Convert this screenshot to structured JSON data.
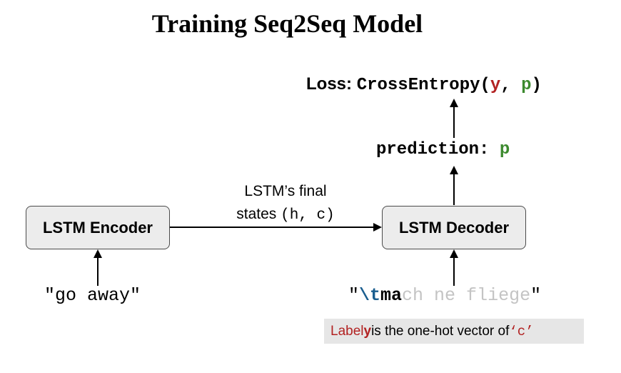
{
  "title": "Training Seq2Seq Model",
  "encoder": {
    "label": "LSTM Encoder"
  },
  "decoder": {
    "label": "LSTM Decoder"
  },
  "states_edge": {
    "line1": "LSTM’s final",
    "line2_prefix": "states ",
    "line2_code": "(h, c)"
  },
  "loss": {
    "label": "Loss: ",
    "func": "CrossEntropy(",
    "y": "y",
    "sep": ", ",
    "p": "p",
    "close": ")"
  },
  "prediction": {
    "label": "prediction: ",
    "p": "p"
  },
  "encoder_input": "\"go away\"",
  "decoder_input": {
    "open": "\"",
    "current": "\\t",
    "done": "ma",
    "rest": "ch ne fliege",
    "close": "\""
  },
  "label_note": {
    "label": "Label ",
    "y": "y",
    "middle": " is the one-hot vector of ",
    "char": "‘c’"
  },
  "colors": {
    "target": "#b22222",
    "prediction": "#3c8a2e",
    "current_token": "#1a5e8f",
    "faded": "#c4c4c4"
  }
}
